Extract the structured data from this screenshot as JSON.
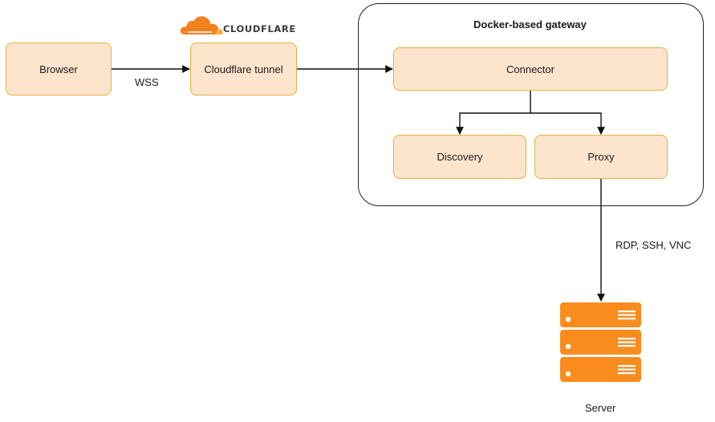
{
  "diagram": {
    "nodes": {
      "browser": "Browser",
      "tunnel": "Cloudflare tunnel",
      "connector": "Connector",
      "discovery": "Discovery",
      "proxy": "Proxy",
      "server": "Server"
    },
    "group": {
      "title": "Docker-based gateway"
    },
    "edges": {
      "browser_to_tunnel": "WSS",
      "proxy_to_server": "RDP, SSH, VNC"
    },
    "logo": {
      "wordmark": "CLOUDFLARE",
      "icon": "cloudflare-cloud-icon"
    },
    "icons": {
      "server": "server-rack-icon"
    },
    "colors": {
      "node_fill": "#fde4cc",
      "node_border": "#e2b13c",
      "edge": "#111111",
      "server_orange": "#fa8c1e",
      "cloudflare_orange": "#f48120",
      "cloudflare_orange_light": "#faad3f"
    }
  }
}
